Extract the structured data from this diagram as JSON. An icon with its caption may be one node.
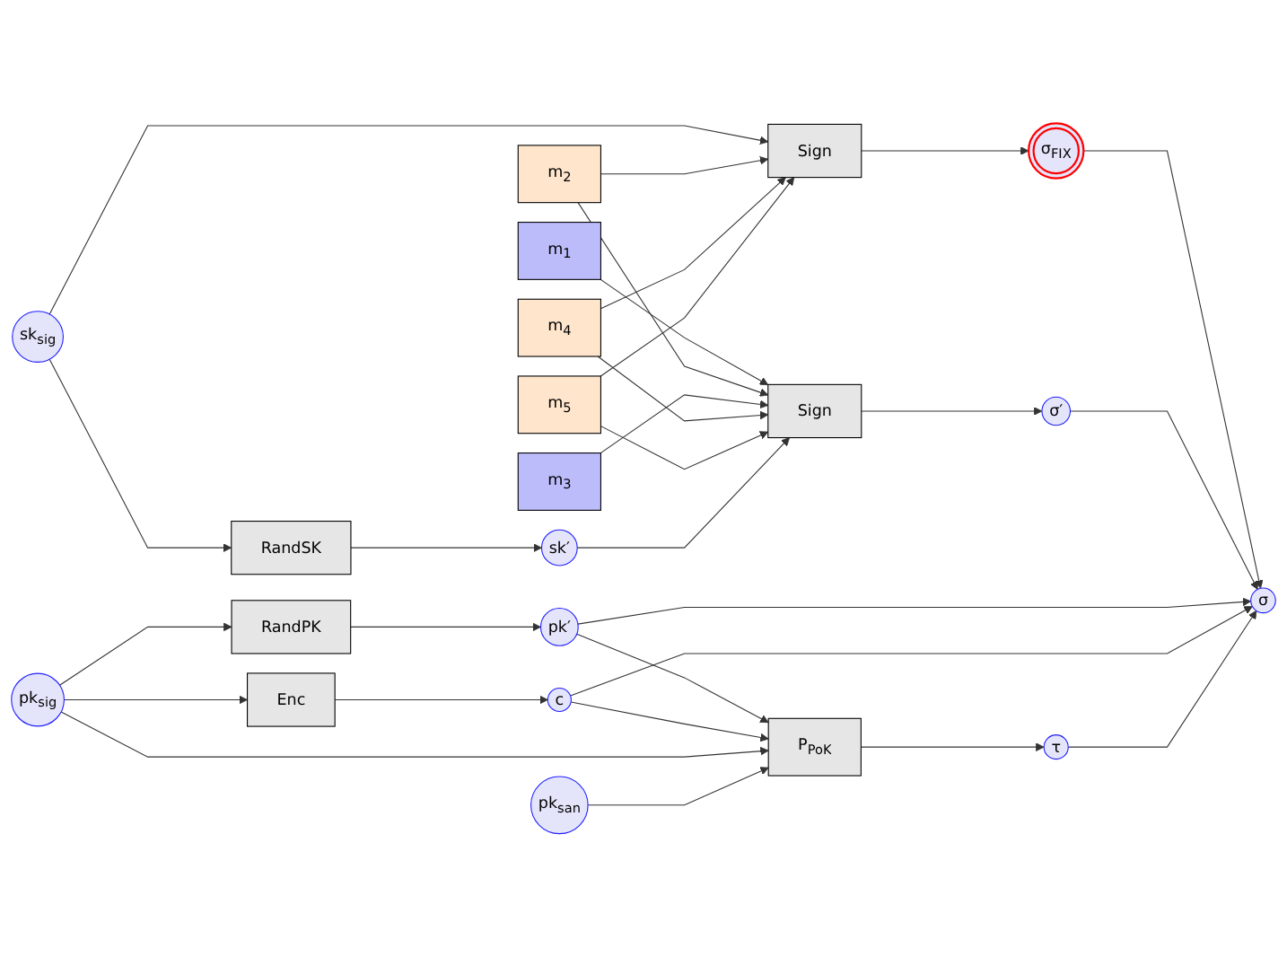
{
  "diagram": {
    "nodes": [
      {
        "text": [
          "sk$_{sig}$"
        ]
      },
      {
        "text": [
          "Sign"
        ]
      },
      {
        "text": [
          "σ$_{FIX}$"
        ]
      },
      {
        "text": [
          "m$_{1}$"
        ]
      },
      {
        "text": [
          "m$_{2}$"
        ]
      },
      {
        "text": [
          "m$_{3}$"
        ]
      },
      {
        "text": [
          "m$_{4}$"
        ]
      },
      {
        "text": [
          "m$_{5}$"
        ]
      },
      {
        "text": [
          "RandSK"
        ]
      },
      {
        "text": [
          "sk′"
        ]
      },
      {
        "text": [
          "Sign"
        ]
      },
      {
        "text": [
          "σ′"
        ]
      },
      {
        "text": [
          "RandPK"
        ]
      },
      {
        "text": [
          "pk′"
        ]
      },
      {
        "text": [
          "pk$_{sig}$"
        ]
      },
      {
        "text": [
          "Enc"
        ]
      },
      {
        "text": [
          "c"
        ]
      },
      {
        "text": [
          "pk$_{san}$"
        ]
      },
      {
        "text": [
          "P$_{PoK}$"
        ]
      },
      {
        "text": [
          "τ"
        ]
      },
      {
        "text": [
          "σ"
        ]
      }
    ],
    "edges": [
      {
        "from": 0,
        "to": 1,
        "arrow": "to"
      },
      {
        "from": 1,
        "to": 2,
        "arrow": "to"
      },
      {
        "from": 2,
        "to": 20,
        "arrow": "to"
      },
      {
        "from": 4,
        "to": 1,
        "arrow": "to"
      },
      {
        "from": 6,
        "to": 1,
        "arrow": "to"
      },
      {
        "from": 7,
        "to": 1,
        "arrow": "to"
      },
      {
        "from": 3,
        "to": 10,
        "arrow": "to"
      },
      {
        "from": 4,
        "to": 10,
        "arrow": "to"
      },
      {
        "from": 5,
        "to": 10,
        "arrow": "to"
      },
      {
        "from": 6,
        "to": 10,
        "arrow": "to"
      },
      {
        "from": 7,
        "to": 10,
        "arrow": "to"
      },
      {
        "from": 0,
        "to": 8,
        "arrow": "to"
      },
      {
        "from": 8,
        "to": 9,
        "arrow": "to"
      },
      {
        "from": 9,
        "to": 10,
        "arrow": "to"
      },
      {
        "from": 10,
        "to": 11,
        "arrow": "to"
      },
      {
        "from": 11,
        "to": 20,
        "arrow": "to"
      },
      {
        "from": 14,
        "to": 12,
        "arrow": "to"
      },
      {
        "from": 12,
        "to": 13,
        "arrow": "to"
      },
      {
        "from": 13,
        "to": 18,
        "arrow": "to"
      },
      {
        "from": 13,
        "to": 20,
        "arrow": "to"
      },
      {
        "from": 14,
        "to": 15,
        "arrow": "to"
      },
      {
        "from": 15,
        "to": 16,
        "arrow": "to"
      },
      {
        "from": 16,
        "to": 18,
        "arrow": "to"
      },
      {
        "from": 16,
        "to": 20,
        "arrow": "to"
      },
      {
        "from": 14,
        "to": 18,
        "arrow": "to"
      },
      {
        "from": 17,
        "to": 18,
        "arrow": "to"
      },
      {
        "from": 18,
        "to": 19,
        "arrow": "to"
      },
      {
        "from": 19,
        "to": 20,
        "arrow": "to"
      }
    ]
  }
}
